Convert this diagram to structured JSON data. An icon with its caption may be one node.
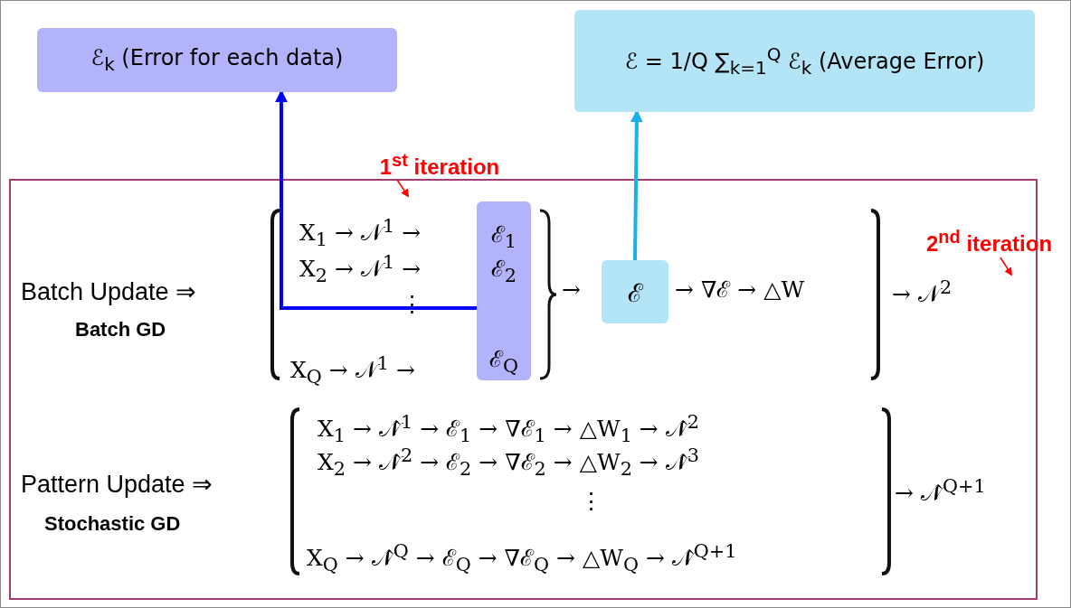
{
  "diagram": {
    "nodes": [
      {
        "text": [
          "ℰ$_{k}$ (Error for each data)"
        ]
      },
      {
        "text": [
          "ℰ = 1/Q ∑$_{k=1}$$^{Q}$ ℰ$_{k}$ (Average Error)"
        ]
      },
      {
        "text": [
          "ℰ$_{1}$",
          "ℰ$_{2}$",
          "ℰ$_{Q}$"
        ]
      },
      {
        "text": [
          "ℰ"
        ]
      },
      {
        "text": [
          "1$^{st}$ iteration"
        ]
      },
      {
        "text": [
          "2$^{nd}$ iteration"
        ]
      }
    ],
    "edges": [
      {
        "from": 2,
        "to": 0,
        "arrow": "to",
        "style": "thick",
        "color": "#0000ff"
      },
      {
        "from": 3,
        "to": 1,
        "arrow": "to",
        "style": "thick",
        "color": "#1ab0e8"
      },
      {
        "from": 4,
        "to": null,
        "arrow": "to",
        "color": "#ff0000"
      },
      {
        "from": 5,
        "to": null,
        "arrow": "to",
        "color": "#ff0000"
      }
    ],
    "labels": [
      "Batch Update ⇒",
      "Batch GD",
      "X$_{1}$ → 𝒩$^{1}$ →",
      "X$_{2}$ → 𝒩$^{1}$ →",
      "⋮",
      "X$_{Q}$ → 𝒩$^{1}$ →",
      "→",
      "→ ∇ℰ → △W",
      "→ 𝒩$^{2}$",
      "Pattern Update ⇒",
      "Stochastic GD",
      "X$_{1}$ → 𝒩̂$^{1}$ → ℰ$_{1}$ → ∇ℰ$_{1}$ → △W$_{1}$ → 𝒩̂$^{2}$",
      "X$_{2}$ → 𝒩̂$^{2}$ → ℰ$_{2}$ → ∇ℰ$_{2}$ → △W$_{2}$ → 𝒩̂$^{3}$",
      "⋮",
      "X$_{Q}$ → 𝒩̂$^{Q}$ → ℰ$_{Q}$ → ∇ℰ$_{Q}$ → △W$_{Q}$ → 𝒩̂$^{Q+1}$",
      "→ 𝒩̂$^{Q+1}$"
    ]
  }
}
